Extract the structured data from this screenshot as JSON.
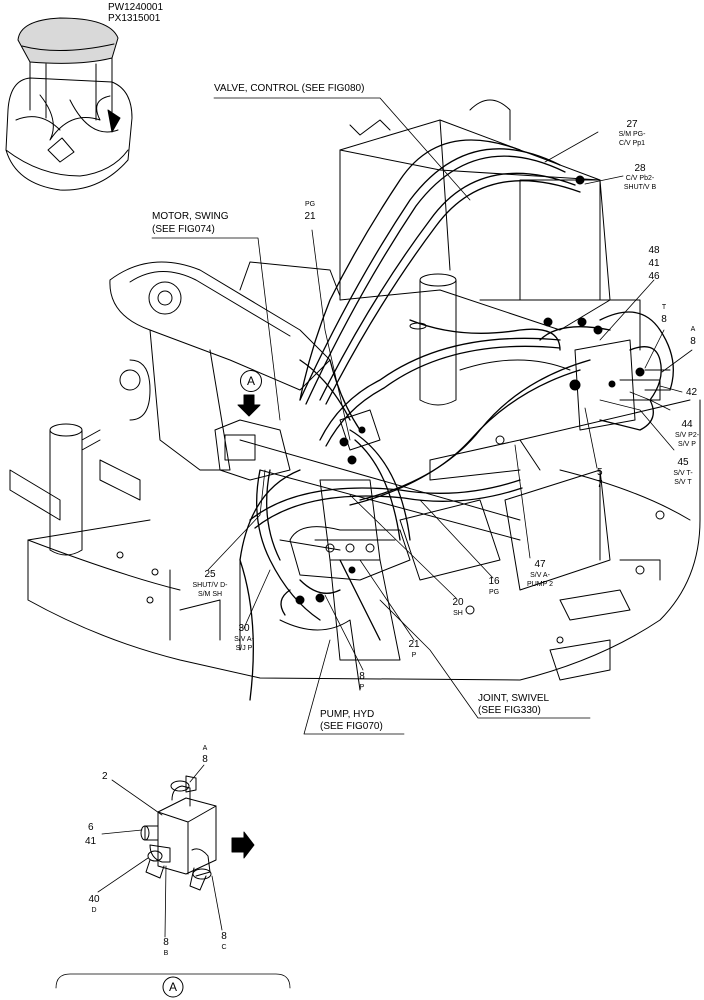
{
  "header": {
    "code_1": "PW1240001",
    "code_2": "PX1315001"
  },
  "callouts": {
    "valve_control": "VALVE, CONTROL (SEE FIG080)",
    "motor_swing_1": "MOTOR, SWING",
    "motor_swing_2": "(SEE FIG074)",
    "pump_hyd_1": "PUMP, HYD",
    "pump_hyd_2": "(SEE FIG070)",
    "joint_swivel_1": "JOINT, SWIVEL",
    "joint_swivel_2": "(SEE FIG330)"
  },
  "view_marker": {
    "letter": "A"
  },
  "items": {
    "i27": {
      "num": "27",
      "l1": "S/M PG-",
      "l2": "C/V Pp1"
    },
    "i28": {
      "num": "28",
      "l1": "C/V Pb2-",
      "l2": "SHUT/V B"
    },
    "i21_top": {
      "sub": "PG",
      "num": "21"
    },
    "i48": "48",
    "i41": "41",
    "i46": "46",
    "i8_t": {
      "sub": "T",
      "num": "8"
    },
    "i8_a": {
      "sub": "A",
      "num": "8"
    },
    "i42": "42",
    "i44": {
      "num": "44",
      "l1": "S/V P2-",
      "l2": "S/V P"
    },
    "i45": {
      "num": "45",
      "l1": "S/V T-",
      "l2": "S/V T"
    },
    "i5": "5",
    "i7": "7",
    "i47": {
      "num": "47",
      "l1": "S/V A-",
      "l2": "PUMP 2"
    },
    "i25": {
      "num": "25",
      "l1": "SHUT/V D-",
      "l2": "S/M SH"
    },
    "i30": {
      "num": "30",
      "l1": "S/V A-",
      "l2": "S/J P"
    },
    "i16": {
      "num": "16",
      "sub": "PG"
    },
    "i20": {
      "num": "20",
      "sub": "SH"
    },
    "i21_p": {
      "num": "21",
      "sub": "P"
    },
    "i8_p": {
      "num": "8",
      "sub": "P"
    }
  },
  "detail_a": {
    "i8_a": {
      "sub": "A",
      "num": "8"
    },
    "i2": "2",
    "i6": "6",
    "i41": "41",
    "i40": {
      "num": "40",
      "sub": "D"
    },
    "i8_b": {
      "num": "8",
      "sub": "B"
    },
    "i8_c": {
      "num": "8",
      "sub": "C"
    },
    "label": "A"
  }
}
